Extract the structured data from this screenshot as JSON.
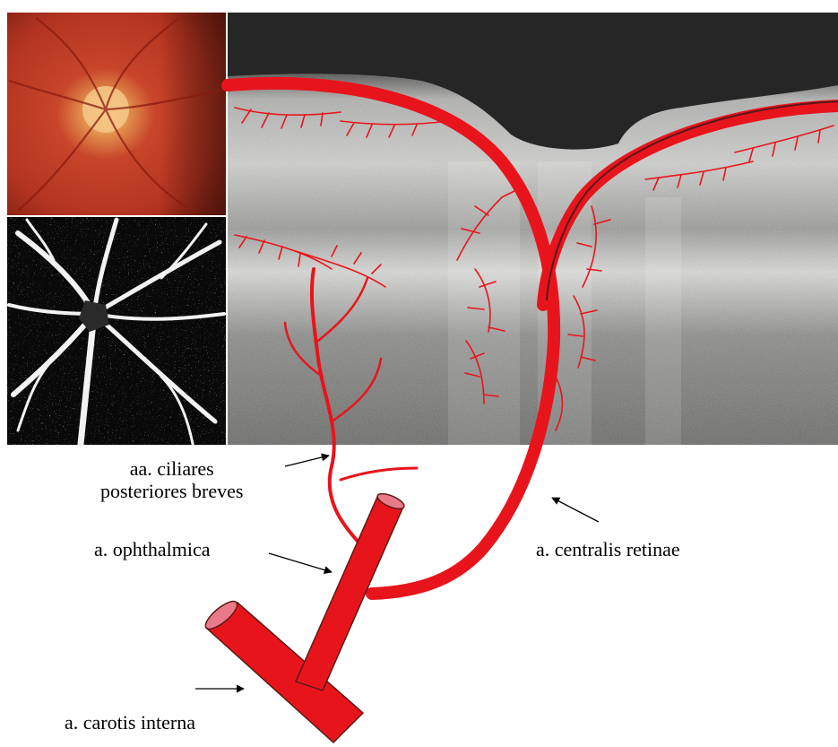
{
  "figure": {
    "panels": [
      "fundus-photo",
      "oct-angiography",
      "oct-bscan"
    ],
    "vessel_color": "#e8141c",
    "labels": {
      "ciliares_line1": "aa. ciliares",
      "ciliares_line2": "posteriores breves",
      "ophthalmica": "a. ophthalmica",
      "centralis": "a. centralis retinae",
      "carotis": "a. carotis interna"
    }
  }
}
